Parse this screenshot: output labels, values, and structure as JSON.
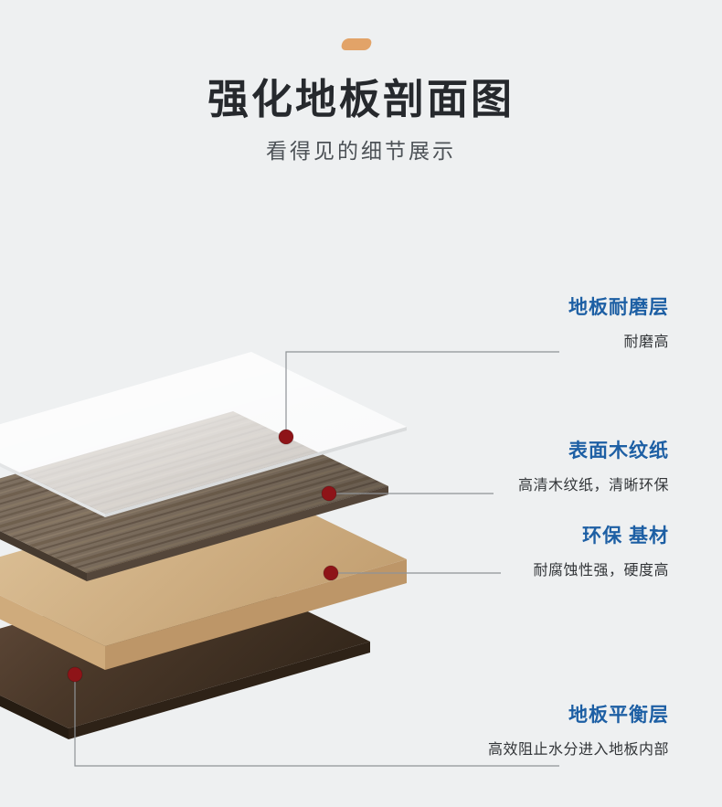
{
  "colors": {
    "background": "#eef0f1",
    "accent": "#e2a368",
    "title_dark": "#26292d",
    "subtitle_gray": "#4d5257",
    "heading_blue": "#1d5fa4",
    "desc_dark": "#323538",
    "marker_red": "#8e1418",
    "connector_gray": "#8f9397"
  },
  "header": {
    "title": "强化地板剖面图",
    "subtitle": "看得见的细节展示"
  },
  "annotations": [
    {
      "id": "wear-layer",
      "heading": "地板耐磨层",
      "desc": "耐磨高"
    },
    {
      "id": "wood-grain-paper",
      "heading": "表面木纹纸",
      "desc": "高清木纹纸，清晰环保"
    },
    {
      "id": "core-board",
      "heading": "环保 基材",
      "desc": "耐腐蚀性强，硬度高"
    },
    {
      "id": "balance-layer",
      "heading": "地板平衡层",
      "desc": "高效阻止水分进入地板内部"
    }
  ],
  "diagram": {
    "layers": [
      "wear-layer",
      "wood-grain-paper",
      "core-board",
      "balance-layer"
    ]
  }
}
